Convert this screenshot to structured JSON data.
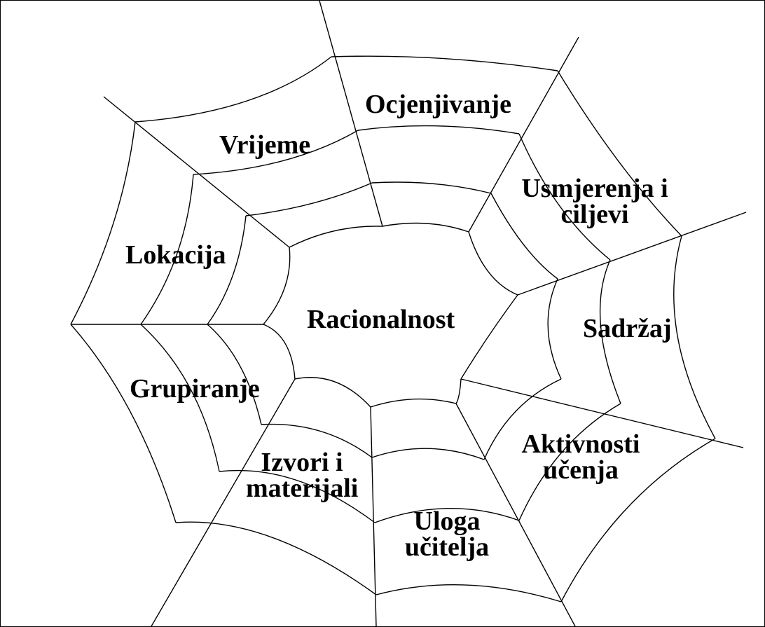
{
  "diagram": {
    "center": "Racionalnost",
    "labels": {
      "ocjenjivanje": "Ocjenjivanje",
      "vrijeme": "Vrijeme",
      "usmjerenja_1": "Usmjerenja i",
      "usmjerenja_2": "ciljevi",
      "lokacija": "Lokacija",
      "sadrzaj": "Sadržaj",
      "grupiranje": "Grupiranje",
      "aktivnosti_1": "Aktivnosti",
      "aktivnosti_2": "učenja",
      "izvori_1": "Izvori i",
      "izvori_2": "materijali",
      "uloga_1": "Uloga",
      "uloga_2": "učitelja"
    }
  }
}
